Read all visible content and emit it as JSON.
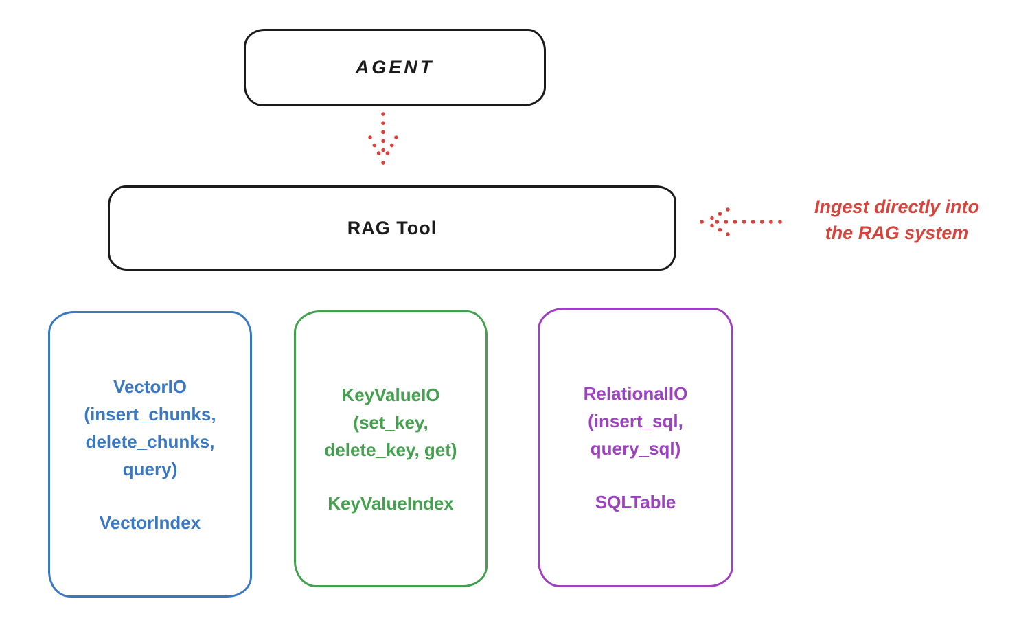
{
  "diagram": {
    "agent_box": {
      "label": "AGENT"
    },
    "rag_tool_box": {
      "label": "RAG Tool"
    },
    "annotation": {
      "line1": "Ingest directly into",
      "line2": "the RAG system"
    },
    "storage_boxes": [
      {
        "name": "vector-io",
        "color": "#3b78c2",
        "lines": [
          "VectorIO",
          "(insert_chunks,",
          "delete_chunks,",
          "query)"
        ],
        "index_label": "VectorIndex"
      },
      {
        "name": "keyvalue-io",
        "color": "#44a04e",
        "lines": [
          "KeyValueIO",
          "(set_key,",
          "delete_key, get)"
        ],
        "index_label": "KeyValueIndex"
      },
      {
        "name": "relational-io",
        "color": "#9c42bf",
        "lines": [
          "RelationalIO",
          "(insert_sql,",
          "query_sql)"
        ],
        "index_label": "SQLTable"
      }
    ],
    "colors": {
      "stroke_black": "#1b1b1b",
      "accent_red": "#d6453d",
      "accent_blue": "#3b78c2",
      "accent_green": "#44a04e",
      "accent_purple": "#9c42bf"
    }
  }
}
